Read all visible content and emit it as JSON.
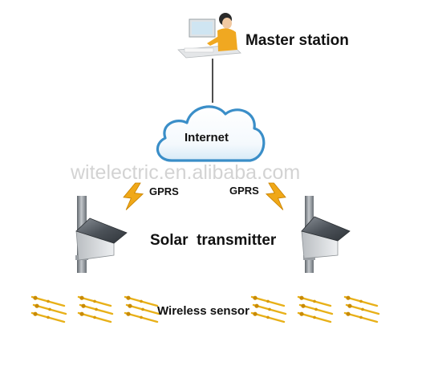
{
  "nodes": {
    "master_station": "Master station",
    "internet": "Internet",
    "gprs_left": "GPRS",
    "gprs_right": "GPRS",
    "solar_transmitter": "Solar  transmitter",
    "wireless_sensor": "Wireless sensor"
  },
  "watermark": "witelectric.en.alibaba.com",
  "colors": {
    "cloud_fill": "#ffffff",
    "cloud_outline": "#3a8ec8",
    "lightning": "#f0a818",
    "sensor": "#e8b018",
    "panel": "#555b63",
    "pole": "#7d8288"
  },
  "icons": [
    "operator-workstation-icon",
    "cloud-icon",
    "lightning-bolt-icon",
    "solar-panel-icon",
    "pole-icon",
    "wireless-sensor-icon"
  ]
}
